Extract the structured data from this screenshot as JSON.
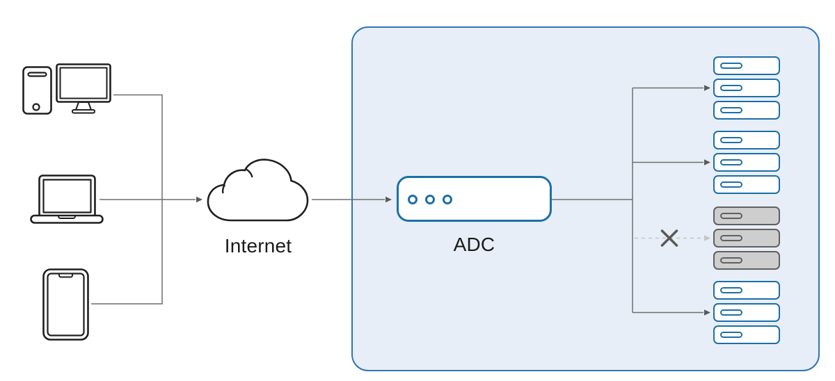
{
  "diagram": {
    "internet_label": "Internet",
    "adc_label": "ADC",
    "client_devices": [
      {
        "name": "desktop-computer"
      },
      {
        "name": "laptop"
      },
      {
        "name": "tablet"
      }
    ],
    "server_groups": [
      {
        "name": "server-group-1",
        "status": "healthy",
        "server_count": 3
      },
      {
        "name": "server-group-2",
        "status": "healthy",
        "server_count": 3
      },
      {
        "name": "server-group-3",
        "status": "failed",
        "server_count": 3
      },
      {
        "name": "server-group-4",
        "status": "healthy",
        "server_count": 3
      }
    ],
    "failed_connection_marker": "x-mark",
    "colors": {
      "accent_blue": "#1b6fa8",
      "panel_fill": "#e8eef7",
      "panel_border": "#2e75b5",
      "connector_gray": "#6e6e6e",
      "arrowhead_gray": "#5a5a5a",
      "dashed_gray": "#c4c4c4",
      "failed_fill": "#cecece",
      "failed_border": "#606060",
      "outline_dark": "#1f1f1f"
    }
  }
}
